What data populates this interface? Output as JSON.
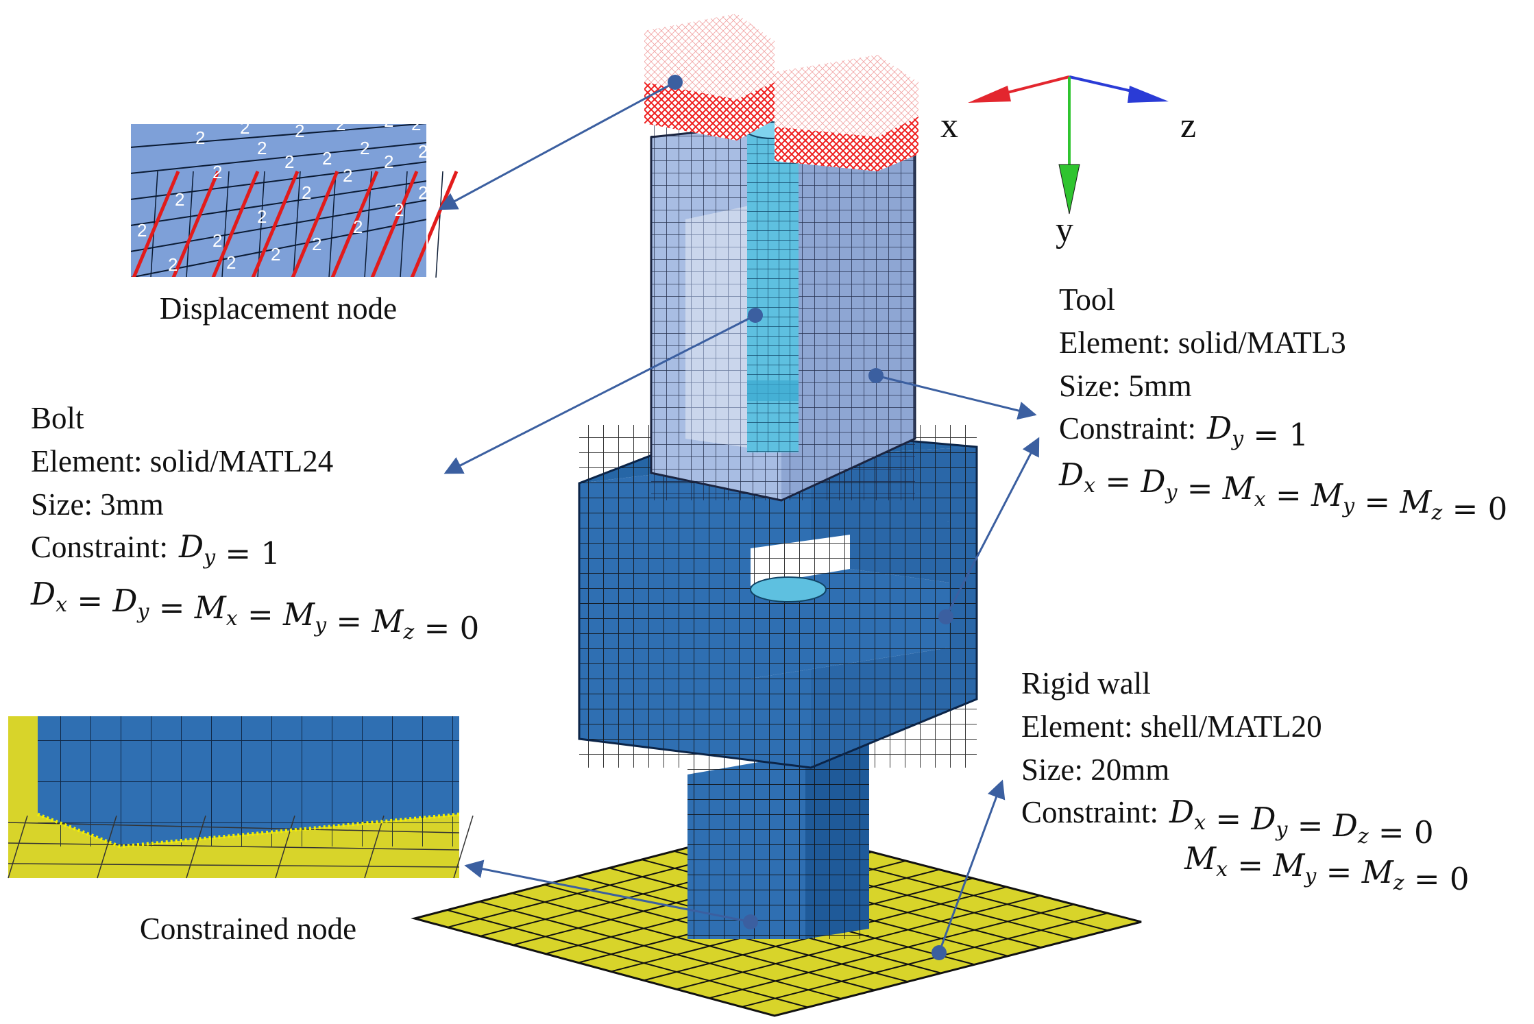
{
  "axes": {
    "x": "x",
    "y": "y",
    "z": "z"
  },
  "callouts": {
    "displacement": {
      "title": "Displacement node",
      "marker": "2"
    },
    "constrained": {
      "title": "Constrained node"
    },
    "tool": {
      "title": "Tool",
      "element": "Element: solid/MATL3",
      "size": "Size: 5mm",
      "constraint_prefix": "Constraint:",
      "constraint_eq": "D_y = 1",
      "constraint_line2": "D_x = D_y = M_x = M_y = M_z = 0"
    },
    "bolt": {
      "title": "Bolt",
      "element": "Element: solid/MATL24",
      "size": "Size: 3mm",
      "constraint_prefix": "Constraint:",
      "constraint_eq": "D_y = 1",
      "constraint_line2": "D_x = D_y = M_x = M_y = M_z = 0"
    },
    "rigid_wall": {
      "title": "Rigid wall",
      "element": "Element: shell/MATL20",
      "size": "Size: 20mm",
      "constraint_prefix": "Constraint:",
      "constraint_eq": "D_x = D_y = D_z = 0",
      "constraint_line2": "M_x = M_y = M_z = 0"
    }
  },
  "colors": {
    "tool": "#a8bde3",
    "tool_dark": "#8ea6d3",
    "bolt": "#5ec0e0",
    "block": "#2f6fb2",
    "block_dark": "#1f5a99",
    "wall": "#d8d42a",
    "displacement_nodes": "#ee1c1c",
    "axis_x": "#e3262e",
    "axis_y": "#2fc42f",
    "axis_z": "#2a3bd6",
    "arrow": "#3b5fa0",
    "inset_bg": "#7ea0d8"
  }
}
